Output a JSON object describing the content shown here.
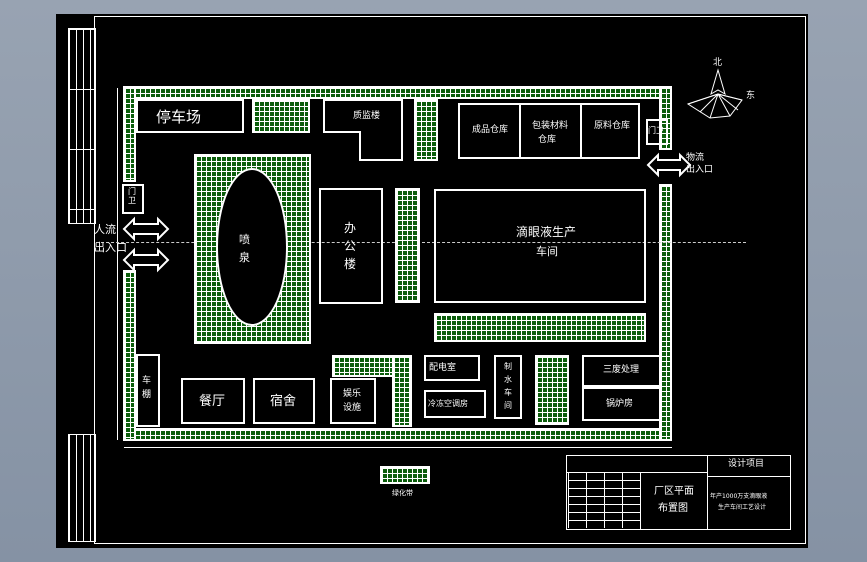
{
  "plan": {
    "parking": "停车场",
    "quality_building": "质监楼",
    "finished_warehouse": "成品仓库",
    "packaging_warehouse": "包装材料",
    "packaging_warehouse_2": "仓库",
    "raw_warehouse": "原料仓库",
    "gate_right": "门卫",
    "logistics_entrance_1": "物流",
    "logistics_entrance_2": "出入口",
    "gate_left": "门卫",
    "people_entrance_1": "人流",
    "people_entrance_2": "出入口",
    "fountain_1": "喷",
    "fountain_2": "泉",
    "office_1": "办",
    "office_2": "公",
    "office_3": "楼",
    "workshop_1": "滴眼液生产",
    "workshop_2": "车间",
    "bike_shed_1": "车",
    "bike_shed_2": "棚",
    "canteen": "餐厅",
    "dormitory": "宿舍",
    "recreation_1": "娱乐",
    "recreation_2": "设施",
    "power_room": "配电室",
    "hvac_room": "冷冻空调房",
    "water_room_1": "制",
    "water_room_2": "水",
    "water_room_3": "车",
    "water_room_4": "间",
    "waste_treatment": "三废处理",
    "boiler_room": "锅炉房",
    "green_belt": "绿化带",
    "north": "北",
    "east": "东"
  },
  "title_block": {
    "drawing_name_1": "厂区平面",
    "drawing_name_2": "布置图",
    "project_header": "设计项目",
    "project_name_1": "年产1000万支滴眼液",
    "project_name_2": "生产车间工艺设计"
  },
  "colors": {
    "green_hatch": "#0b5d0b",
    "line": "#ffffff",
    "background": "#000000"
  }
}
